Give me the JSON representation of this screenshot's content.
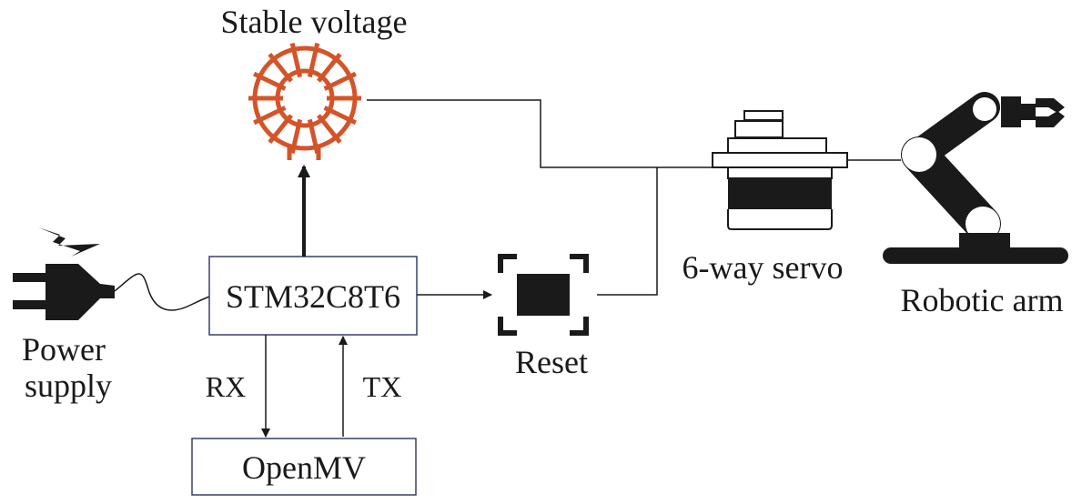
{
  "labels": {
    "stable_voltage": "Stable voltage",
    "power_supply_line1": "Power",
    "power_supply_line2": "supply",
    "mcu": "STM32C8T6",
    "reset": "Reset",
    "servo": "6-way servo",
    "robotic_arm": "Robotic arm",
    "openmv": "OpenMV",
    "rx": "RX",
    "tx": "TX"
  },
  "colors": {
    "line": "#1a1a1a",
    "coil": "#d4542a",
    "box_border": "#3a3f6b"
  },
  "icons": [
    "toroid-coil-icon",
    "lightning-icon",
    "power-plug-icon",
    "reset-button-icon",
    "servo-motor-icon",
    "robotic-arm-icon"
  ]
}
